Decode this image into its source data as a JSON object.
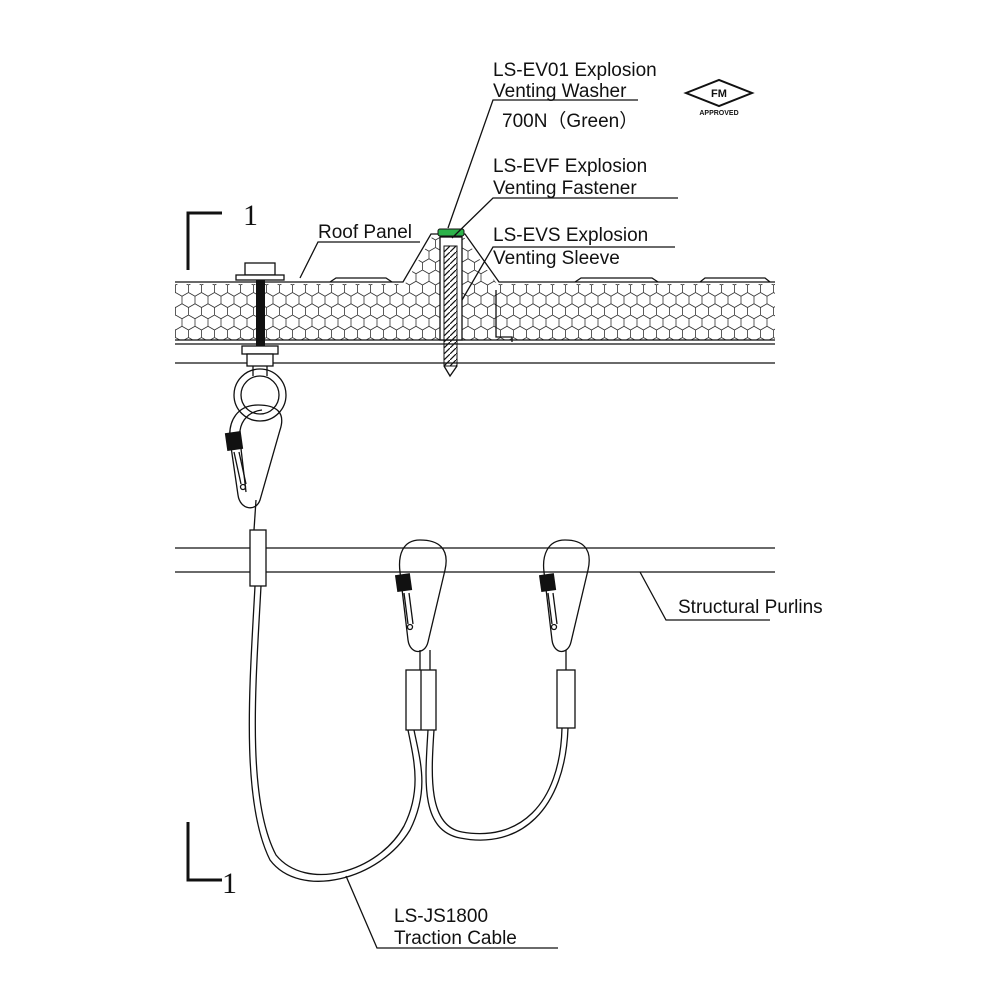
{
  "labels": {
    "washer_line1": "LS-EV01 Explosion",
    "washer_line2": "Venting Washer",
    "washer_rating": "700N（Green）",
    "fastener_line1": "LS-EVF Explosion",
    "fastener_line2": "Venting Fastener",
    "sleeve_line1": "LS-EVS Explosion",
    "sleeve_line2": "Venting Sleeve",
    "roof_panel": "Roof Panel",
    "purlins": "Structural Purlins",
    "cable_line1": "LS-JS1800",
    "cable_line2": "Traction Cable"
  },
  "section_marker": {
    "top": "1",
    "bottom": "1"
  },
  "badge": {
    "mark": "FM",
    "caption": "APPROVED"
  },
  "colors": {
    "ink": "#111111",
    "washer": "#2db34a",
    "panel_fill": "#ffffff"
  }
}
